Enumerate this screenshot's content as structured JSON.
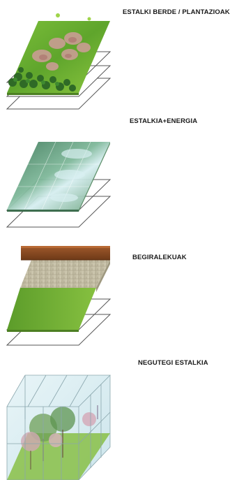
{
  "layers": [
    {
      "label": "ESTALKI BERDE / PLANTAZIOAK"
    },
    {
      "label": "ESTALKIA+ENERGIA"
    },
    {
      "label": "BEGIRALEKUAK"
    },
    {
      "label": "NEGUTEGI ESTALKIA"
    }
  ],
  "colors": {
    "grass_light": "#8cc63f",
    "grass_dark": "#4f8a2a",
    "blossom": "#c9908a",
    "glass": "#bfe3ea",
    "wood": "#8b4a22",
    "outline": "#555555"
  }
}
